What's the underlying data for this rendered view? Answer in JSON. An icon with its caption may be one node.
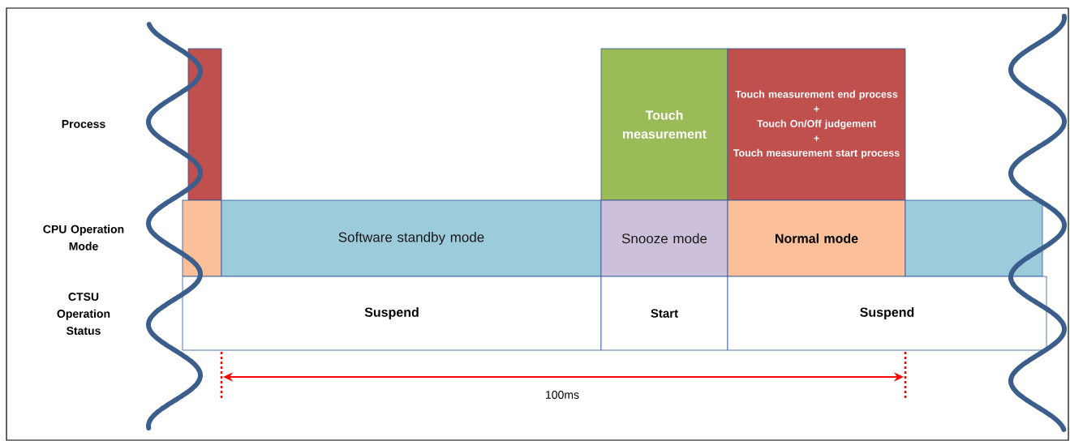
{
  "diagram": {
    "nodes": [
      {
        "text": [],
        "shape": "box"
      },
      {
        "text": [
          "Touch measurement"
        ]
      },
      {
        "text": [
          "Touch measurement end process",
          "+",
          "Touch On/Off judgement",
          "+",
          "Touch measurement start process"
        ]
      },
      {
        "text": [],
        "shape": "box"
      },
      {
        "text": [
          "Software standby mode"
        ]
      },
      {
        "text": [
          "Snooze mode"
        ]
      },
      {
        "text": [
          "Normal mode"
        ]
      },
      {
        "text": [],
        "shape": "box"
      },
      {
        "text": [
          "Suspend"
        ]
      },
      {
        "text": [
          "Start"
        ]
      },
      {
        "text": [
          "Suspend"
        ]
      }
    ],
    "labels": [
      "Process",
      "CPU Operation Mode",
      "CTSU Operation Status",
      "100ms"
    ]
  }
}
